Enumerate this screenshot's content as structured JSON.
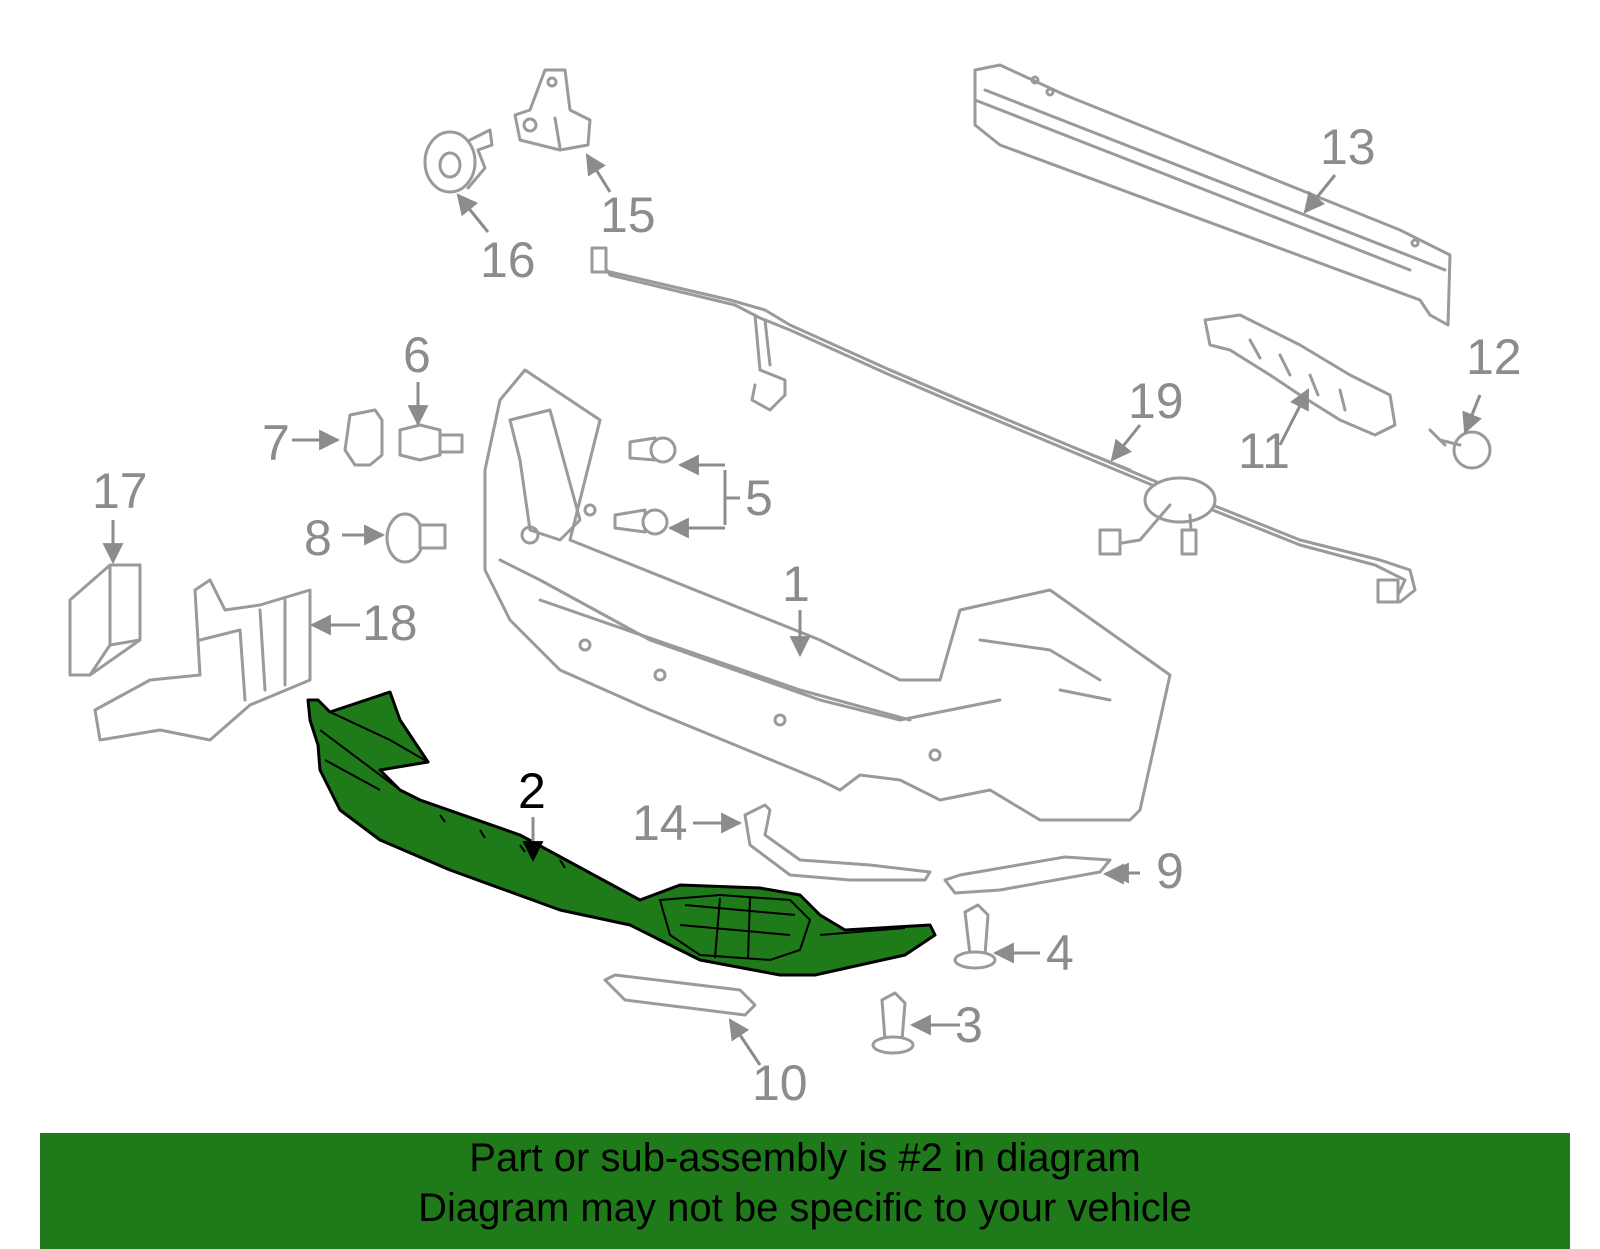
{
  "callouts": {
    "c1": "1",
    "c2": "2",
    "c3": "3",
    "c4": "4",
    "c5": "5",
    "c6": "6",
    "c7": "7",
    "c8": "8",
    "c9": "9",
    "c10": "10",
    "c11": "11",
    "c12": "12",
    "c13": "13",
    "c14": "14",
    "c15": "15",
    "c16": "16",
    "c17": "17",
    "c18": "18",
    "c19": "19"
  },
  "highlighted_part": "2",
  "colors": {
    "highlight": "#1f7a1a",
    "part_lines": "#9a9a9a",
    "callout_text": "#8c8c8c"
  },
  "banner": {
    "line1": "Part or sub-assembly is #2 in diagram",
    "line2": "Diagram may not be specific to your vehicle"
  }
}
